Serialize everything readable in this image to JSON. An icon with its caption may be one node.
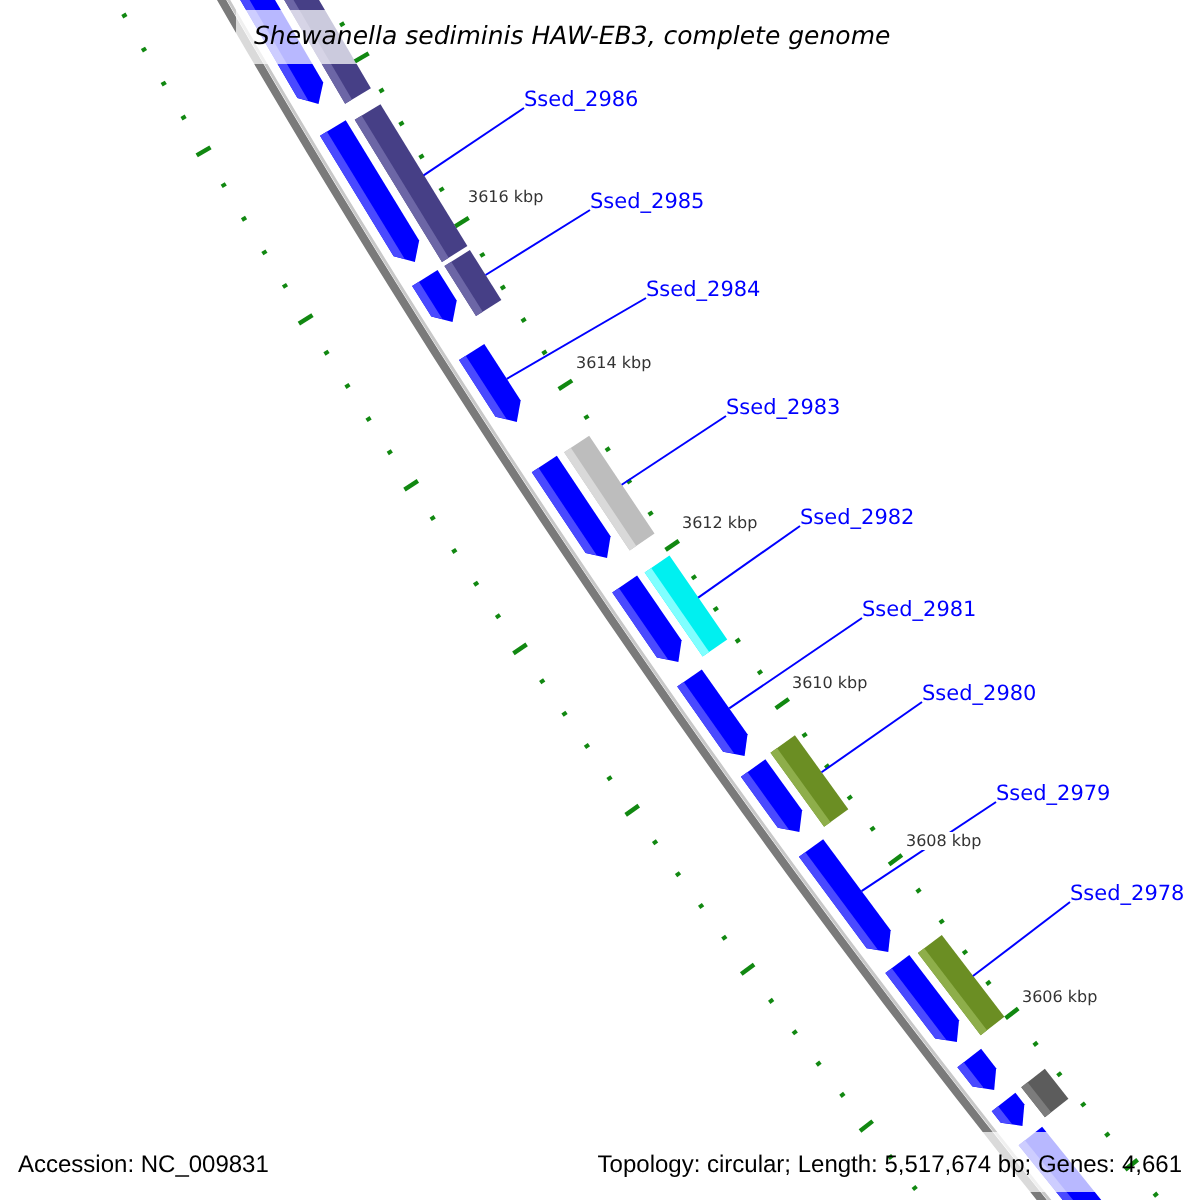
{
  "diagram": {
    "title": "Shewanella sediminis HAW-EB3, complete genome",
    "nodes": [
      {
        "text": [
          "Ssed_2986"
        ]
      },
      {
        "text": [
          "Ssed_2985"
        ]
      },
      {
        "text": [
          "Ssed_2984"
        ]
      },
      {
        "text": [
          "Ssed_2983"
        ]
      },
      {
        "text": [
          "Ssed_2982"
        ]
      },
      {
        "text": [
          "Ssed_2981"
        ]
      },
      {
        "text": [
          "Ssed_2980"
        ]
      },
      {
        "text": [
          "Ssed_2979"
        ]
      },
      {
        "text": [
          "Ssed_2978"
        ]
      },
      {
        "text": [],
        "shape": "pentagon"
      },
      {
        "text": [],
        "shape": "box"
      },
      {
        "text": [],
        "shape": "box"
      },
      {
        "text": [],
        "shape": "pentagon"
      },
      {
        "text": [],
        "shape": "box"
      },
      {
        "text": [],
        "shape": "pentagon"
      },
      {
        "text": [],
        "shape": "pentagon"
      },
      {
        "text": [],
        "shape": "box"
      },
      {
        "text": [],
        "shape": "pentagon"
      },
      {
        "text": [],
        "shape": "box"
      },
      {
        "text": [],
        "shape": "pentagon"
      },
      {
        "text": [],
        "shape": "pentagon"
      },
      {
        "text": [],
        "shape": "box"
      },
      {
        "text": [],
        "shape": "pentagon"
      },
      {
        "text": [],
        "shape": "pentagon"
      },
      {
        "text": [],
        "shape": "box"
      },
      {
        "text": [],
        "shape": "pentagon"
      },
      {
        "text": [],
        "shape": "pentagon"
      },
      {
        "text": [],
        "shape": "box"
      },
      {
        "text": [],
        "shape": "pentagon"
      },
      {
        "text": [],
        "shape": "pentagon"
      }
    ],
    "edges": [
      {
        "from": 0,
        "to": 11,
        "arrow": "none"
      },
      {
        "from": 1,
        "to": 13,
        "arrow": "none"
      },
      {
        "from": 2,
        "to": 15,
        "arrow": "none"
      },
      {
        "from": 3,
        "to": 16,
        "arrow": "none"
      },
      {
        "from": 4,
        "to": 18,
        "arrow": "none"
      },
      {
        "from": 5,
        "to": 20,
        "arrow": "none"
      },
      {
        "from": 6,
        "to": 21,
        "arrow": "none"
      },
      {
        "from": 7,
        "to": 23,
        "arrow": "none"
      },
      {
        "from": 8,
        "to": 24,
        "arrow": "none"
      }
    ],
    "labels": [
      "3616 kbp",
      "3614 kbp",
      "3612 kbp",
      "3610 kbp",
      "3608 kbp",
      "3606 kbp",
      "Accession: NC_009831",
      "Topology: circular; Length: 5,517,674 bp; Genes: 4,661"
    ]
  }
}
